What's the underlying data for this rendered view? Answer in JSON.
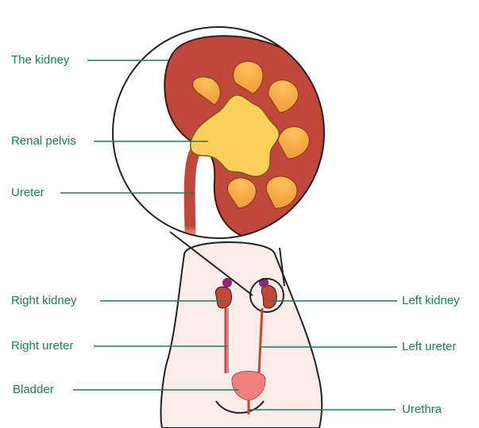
{
  "labels": {
    "the_kidney": "The kidney",
    "renal_pelvis": "Renal pelvis",
    "ureter": "Ureter",
    "right_kidney": "Right kidney",
    "right_ureter": "Right ureter",
    "bladder": "Bladder",
    "left_kidney": "Left kidney",
    "left_ureter": "Left ureter",
    "urethra": "Urethra"
  },
  "colors": {
    "label_text": "#1d7a5c",
    "leader_line": "#1d7a5c",
    "kidney_body": "#c0483a",
    "kidney_outline": "#3a1a14",
    "pyramid": "#f39a3a",
    "pyramid_light": "#fbc25a",
    "pelvis": "#fbd05a",
    "body_fill": "#fbeaea",
    "bladder": "#f08080",
    "adrenal": "#8a2a6e"
  }
}
